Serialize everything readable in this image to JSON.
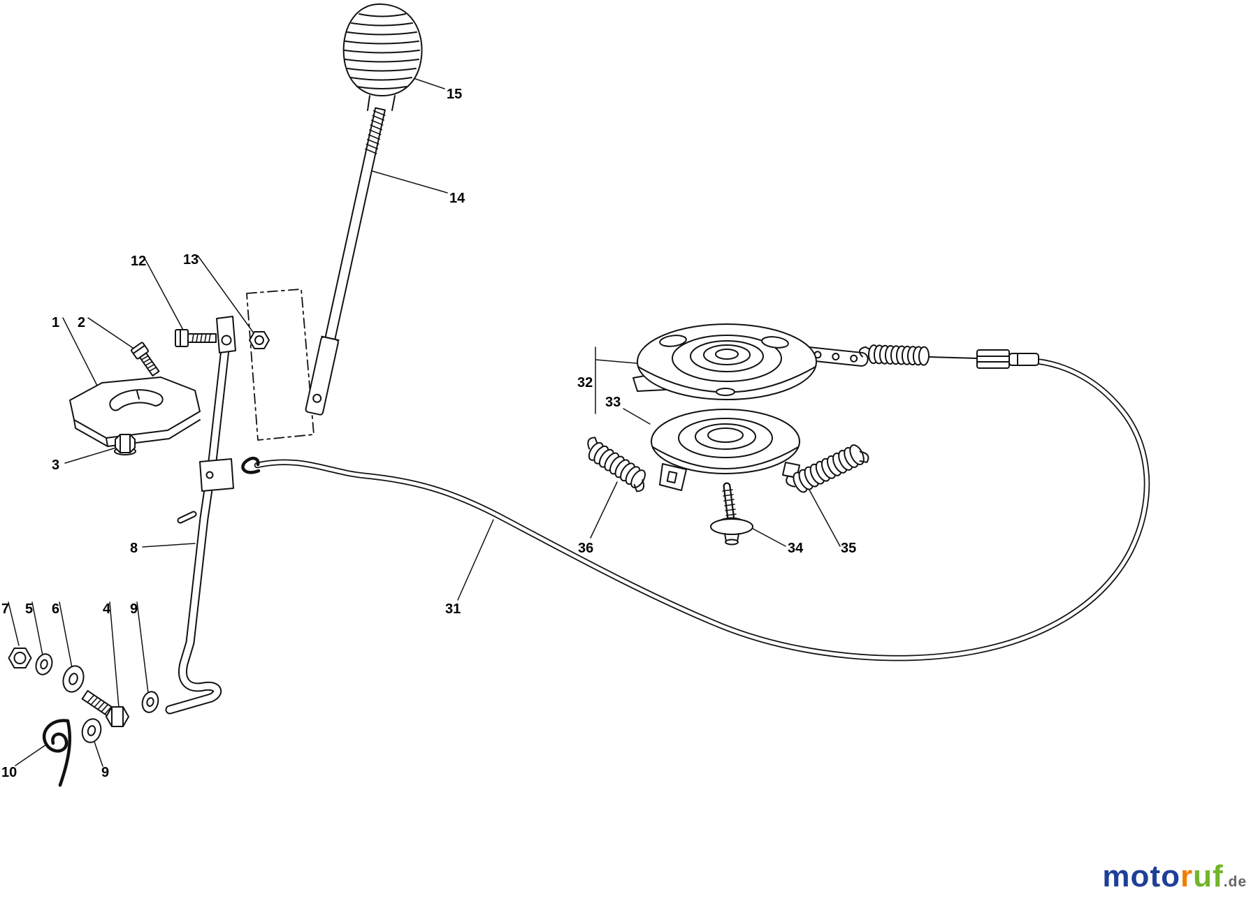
{
  "page": {
    "background": "#ffffff",
    "line_color": "#111111"
  },
  "diagram": {
    "parts": [
      "1",
      "2",
      "3",
      "4",
      "5",
      "6",
      "7",
      "8",
      "9",
      "9",
      "10",
      "12",
      "13",
      "14",
      "15",
      "31",
      "32",
      "33",
      "34",
      "35",
      "36"
    ]
  },
  "watermark": {
    "letters": [
      {
        "ch": "m",
        "color": "#1e3f97"
      },
      {
        "ch": "o",
        "color": "#1e3f97"
      },
      {
        "ch": "t",
        "color": "#1e3f97"
      },
      {
        "ch": "o",
        "color": "#1e3f97"
      },
      {
        "ch": "r",
        "color": "#ef7d00"
      },
      {
        "ch": "u",
        "color": "#72b52a"
      },
      {
        "ch": "f",
        "color": "#72b52a"
      }
    ],
    "tld": ".de",
    "tld_color": "#666666"
  }
}
